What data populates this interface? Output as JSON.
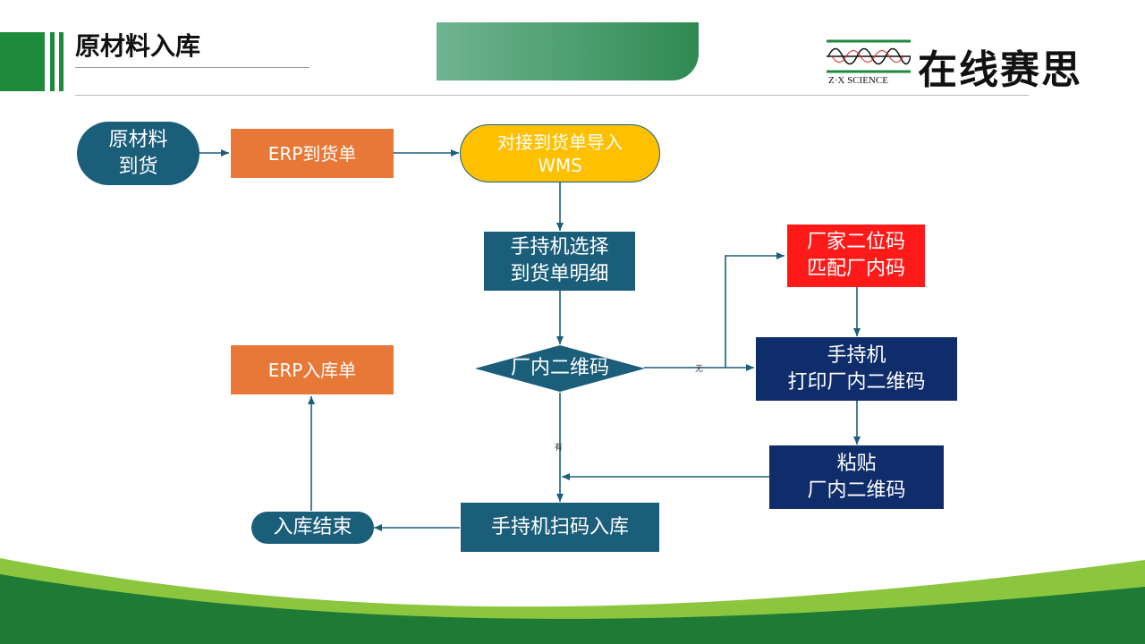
{
  "slide": {
    "title": "原材料入库"
  },
  "logo": {
    "brand_cn": "在线赛思",
    "brand_en": "Z·X SCIENCE",
    "icon": "sine-wave-icon"
  },
  "flowchart": {
    "nodes": {
      "arrival": "原材料\n到货",
      "erp_arrival": "ERP到货单",
      "import_wms": "对接到货单导入\nWMS",
      "select_detail": "手持机选择\n到货单明细",
      "decision": "厂内二维码",
      "vendor_match": "厂家二位码\n匹配厂内码",
      "print_qr": "手持机\n打印厂内二维码",
      "paste_qr": "粘贴\n厂内二维码",
      "scan_in": "手持机扫码入库",
      "end": "入库结束",
      "erp_in": "ERP入库单"
    },
    "edge_labels": {
      "no": "无",
      "yes": "有"
    }
  },
  "colors": {
    "brand_green": "#1e8a3c",
    "light_green": "#8cc63f",
    "teal": "#1b5e7a",
    "orange": "#e87837",
    "yellow": "#ffc000",
    "red": "#ff1a1a",
    "navy": "#0f2d6b"
  }
}
